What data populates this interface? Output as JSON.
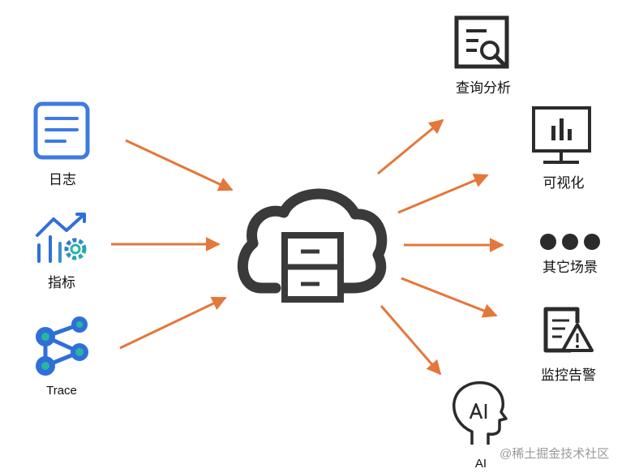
{
  "sources": {
    "logs": "日志",
    "metrics": "指标",
    "trace": "Trace"
  },
  "targets": {
    "query": "查询分析",
    "visualization": "可视化",
    "other": "其它场景",
    "alert": "监控告警",
    "ai": "AI"
  },
  "watermark": "@稀土掘金技术社区",
  "colors": {
    "arrow": "#e4773a",
    "blue": "#3d7be0",
    "teal": "#27b6a0",
    "dark": "#3a3a3a"
  }
}
